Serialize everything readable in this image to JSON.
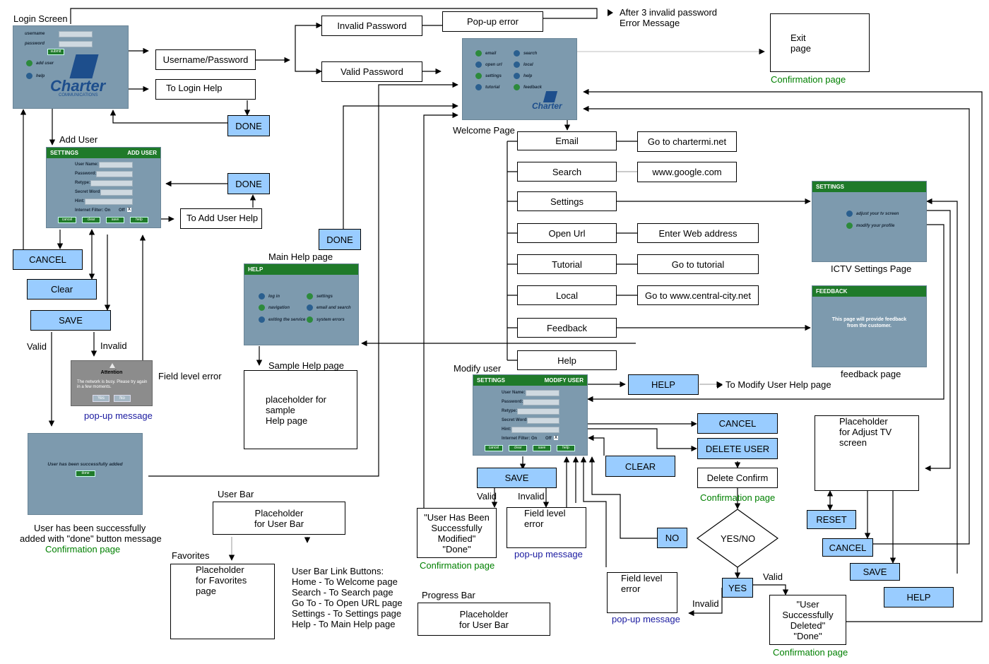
{
  "login": {
    "title": "Login Screen",
    "username_label": "username",
    "password_label": "password",
    "submit_label": "submit",
    "add_user_label": "add user",
    "help_label": "help",
    "logo": "Charter",
    "logo_sub": "COMMUNICATIONS"
  },
  "flow": {
    "username_password": "Username/Password",
    "to_login_help": "To Login Help",
    "invalid_password": "Invalid Password",
    "popup_error": "Pop-up error",
    "after3_line1": "After 3 invalid password",
    "after3_line2": "Error Message",
    "valid_password": "Valid Password",
    "exit_page_line1": "Exit",
    "exit_page_line2": "page",
    "confirmation_page": "Confirmation page"
  },
  "welcome": {
    "caption": "Welcome Page",
    "items_left": [
      "email",
      "open url",
      "settings",
      "tutorial"
    ],
    "items_right": [
      "search",
      "local",
      "help",
      "feedback"
    ],
    "logo": "Charter"
  },
  "menu": [
    {
      "label": "Email",
      "target": "Go to chartermi.net"
    },
    {
      "label": "Search",
      "target": "www.google.com"
    },
    {
      "label": "Settings",
      "target": ""
    },
    {
      "label": "Open Url",
      "target": "Enter Web address"
    },
    {
      "label": "Tutorial",
      "target": "Go to tutorial"
    },
    {
      "label": "Local",
      "target": "Go to www.central-city.net"
    },
    {
      "label": "Feedback",
      "target": ""
    },
    {
      "label": "Help",
      "target": ""
    }
  ],
  "add_user": {
    "caption": "Add User",
    "hdr_left": "SETTINGS",
    "hdr_right": "ADD USER",
    "fields": [
      "User Name:",
      "Password:",
      "Retype:",
      "Secret Word:",
      "Hint:"
    ],
    "filter": "Internet Filter:  On",
    "off": "Off",
    "x": "X",
    "buttons": [
      "cancel",
      "clear",
      "save",
      "help"
    ],
    "done": "DONE",
    "to_help": "To Add User Help",
    "cancel": "CANCEL",
    "clear": "Clear",
    "save": "SAVE",
    "valid": "Valid",
    "invalid": "Invalid",
    "field_error": "Field level error",
    "popup_caption": "pop-up message",
    "attention": "Attention",
    "busy_msg": "The network is busy. Please try again in a few moments.",
    "yes": "Yes",
    "no": "No",
    "success_msg": "User has been successfully added",
    "success_done": "done",
    "success_caption_l1": "User has been successfully",
    "success_caption_l2": "added with \"done\" button message",
    "confirmation": "Confirmation page"
  },
  "help_page": {
    "done": "DONE",
    "caption": "Main Help page",
    "hdr": "HELP",
    "items_left": [
      "log in",
      "navigation",
      "exiting the service"
    ],
    "items_right": [
      "settings",
      "email and search",
      "system errors"
    ],
    "sample_caption": "Sample Help page",
    "sample_l1": "placeholder for sample",
    "sample_l2": "Help page"
  },
  "settings_page": {
    "hdr": "SETTINGS",
    "item1": "adjust your tv screen",
    "item2": "modify your profile",
    "caption": "ICTV Settings Page"
  },
  "feedback_page": {
    "hdr": "FEEDBACK",
    "msg": "This page will provide feedback from the customer.",
    "caption": "feedback page"
  },
  "modify_user": {
    "caption": "Modify user",
    "hdr_left": "SETTINGS",
    "hdr_right": "MODIFY USER",
    "fields": [
      "User Name:",
      "Password:",
      "Retype:",
      "Secret Word:",
      "Hint:"
    ],
    "filter": "Internet Filter:  On",
    "off": "Off",
    "x": "X",
    "buttons": [
      "cancel",
      "clear",
      "save",
      "help"
    ],
    "help": "HELP",
    "to_help": "To Modify User Help page",
    "cancel": "CANCEL",
    "delete_user": "DELETE USER",
    "clear": "CLEAR",
    "delete_confirm": "Delete Confirm",
    "confirmation": "Confirmation page",
    "yes_no": "YES/NO",
    "no": "NO",
    "yes": "YES",
    "valid": "Valid",
    "invalid": "Invalid",
    "save": "SAVE",
    "modified_l1": "\"User Has Been",
    "modified_l2": "Successfully",
    "modified_l3": "Modified\"",
    "modified_l4": "\"Done\"",
    "field_error_l1": "Field level",
    "field_error_l2": "error",
    "popup_caption": "pop-up message",
    "deleted_l1": "\"User",
    "deleted_l2": "Successfully",
    "deleted_l3": "Deleted\"",
    "deleted_l4": "\"Done\""
  },
  "adjust_tv": {
    "l1": "Placeholder",
    "l2": "for Adjust TV",
    "l3": "screen",
    "reset": "RESET",
    "cancel": "CANCEL",
    "save": "SAVE",
    "help": "HELP"
  },
  "user_bar": {
    "title": "User Bar",
    "ph_l1": "Placeholder",
    "ph_l2": "for User Bar",
    "favorites_title": "Favorites",
    "fav_l1": "Placeholder",
    "fav_l2": "for Favorites",
    "fav_l3": "page",
    "links": [
      "User Bar Link Buttons:",
      "Home - To Welcome page",
      "Search - To Search page",
      "Go To - To Open URL page",
      "Settings - To Settings page",
      "Help - To Main Help page"
    ],
    "progress_title": "Progress Bar",
    "pb_l1": "Placeholder",
    "pb_l2": "for User Bar"
  }
}
